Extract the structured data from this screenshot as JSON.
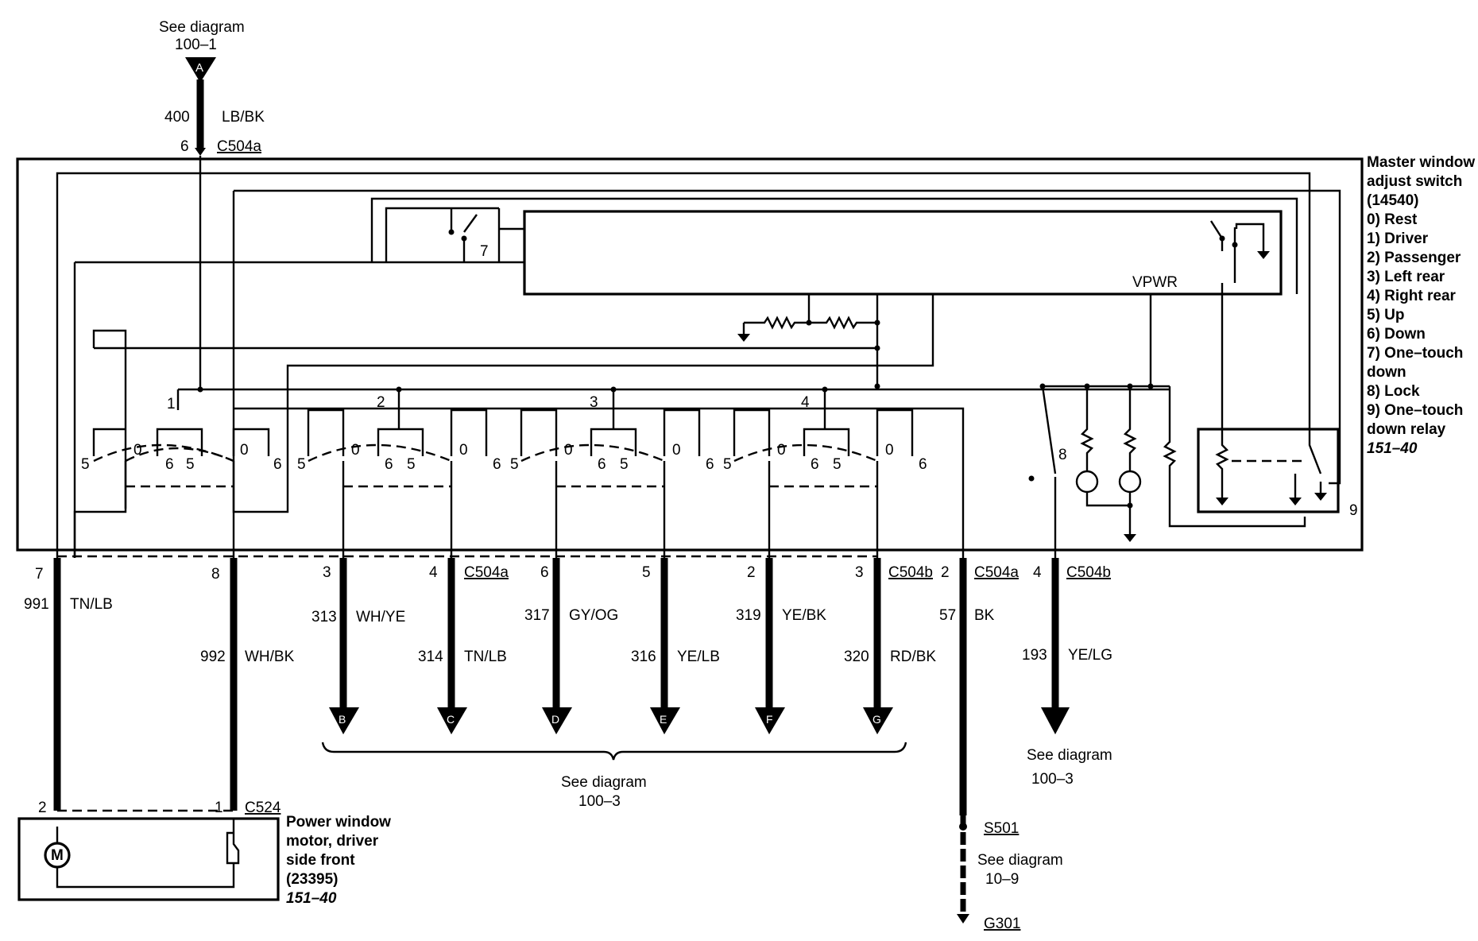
{
  "top": {
    "see_diagram": "See diagram",
    "ref": "100–1",
    "connector_letter": "A",
    "circuit": "400",
    "color": "LB/BK",
    "pin": "6",
    "connector": "C504a"
  },
  "switch": {
    "title_lines": [
      "Master window",
      "adjust switch",
      "(14540)"
    ],
    "positions": [
      "0) Rest",
      "1) Driver",
      "2) Passenger",
      "3) Left rear",
      "4) Right rear",
      "5) Up",
      "6) Down",
      "7) One–touch",
      "down",
      "8) Lock",
      "9) One–touch",
      "down relay"
    ],
    "page_ref": "151–40",
    "vpwr": "VPWR",
    "internal_labels": [
      "7",
      "1",
      "2",
      "3",
      "4",
      "8",
      "9"
    ],
    "contact_labels": [
      "5",
      "0",
      "6"
    ]
  },
  "outputs": [
    {
      "pin": "7",
      "circuit": "991",
      "color": "TN/LB"
    },
    {
      "pin": "8",
      "circuit": "992",
      "color": "WH/BK"
    },
    {
      "pin": "3",
      "circuit": "313",
      "color": "WH/YE",
      "letter": "B"
    },
    {
      "pin": "4",
      "circuit": "314",
      "color": "TN/LB",
      "letter": "C",
      "connector": "C504a"
    },
    {
      "pin": "6",
      "circuit": "317",
      "color": "GY/OG",
      "letter": "D"
    },
    {
      "pin": "5",
      "circuit": "316",
      "color": "YE/LB",
      "letter": "E"
    },
    {
      "pin": "2",
      "circuit": "319",
      "color": "YE/BK",
      "letter": "F"
    },
    {
      "pin": "3",
      "circuit": "320",
      "color": "RD/BK",
      "letter": "G",
      "connector": "C504b"
    },
    {
      "pin": "2",
      "circuit": "57",
      "color": "BK",
      "connector": "C504a"
    },
    {
      "pin": "4",
      "circuit": "193",
      "color": "YE/LG",
      "connector": "C504b"
    }
  ],
  "bracket": {
    "see_diagram": "See diagram",
    "ref": "100–3"
  },
  "right_ref": {
    "see_diagram": "See diagram",
    "ref": "100–3"
  },
  "ground": {
    "splice": "S501",
    "see_diagram": "See diagram",
    "ref": "10–9",
    "ground": "G301"
  },
  "motor": {
    "pin_left": "2",
    "pin_right": "1",
    "connector": "C524",
    "symbol": "M",
    "title_lines": [
      "Power window",
      "motor, driver",
      "side front",
      "(23395)"
    ],
    "page_ref": "151–40"
  }
}
